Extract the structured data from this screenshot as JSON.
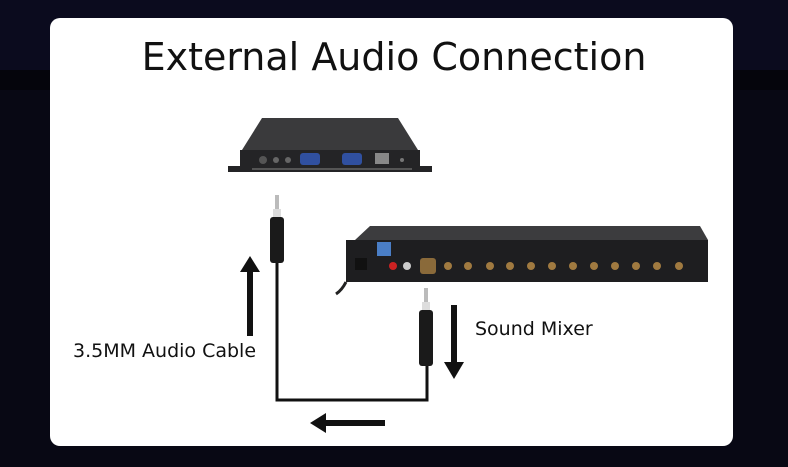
{
  "title": "External Audio Connection",
  "labels": {
    "cable": "3.5MM Audio Cable",
    "mixer": "Sound Mixer"
  },
  "colors": {
    "background": "#05050c",
    "panel": "#ffffff",
    "device_body": "#2a2a2c",
    "cable": "#111111"
  },
  "icons": [
    "player-box-device",
    "sound-mixer-device",
    "audio-plug",
    "arrow-up",
    "arrow-down",
    "arrow-left"
  ]
}
